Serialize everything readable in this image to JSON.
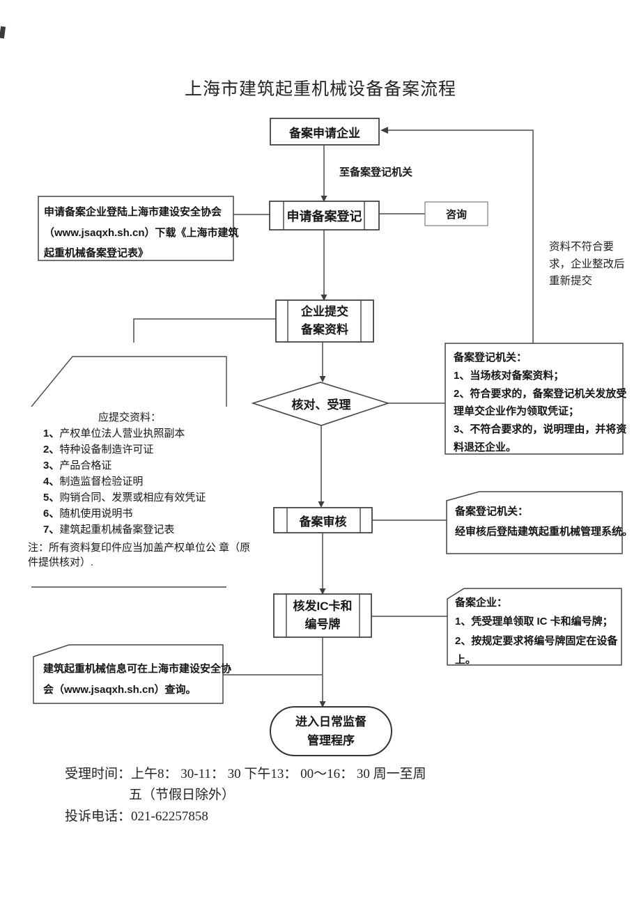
{
  "title": "上海市建筑起重机械设备备案流程",
  "nodes": {
    "applicant": {
      "label": "备案申请企业"
    },
    "apply": {
      "label": "申请备案登记"
    },
    "consult": {
      "label": "咨询"
    },
    "submit": {
      "line1": "企业提交",
      "line2": "备案资料"
    },
    "check": {
      "label": "核对、受理"
    },
    "review": {
      "label": "备案审核"
    },
    "issue": {
      "line1": "核发IC卡和",
      "line2": "编号牌"
    },
    "end": {
      "line1": "进入日常监督",
      "line2": "管理程序"
    }
  },
  "labels": {
    "to_registry": "至备案登记机关",
    "resubmit": {
      "line1": "资料不符合要",
      "line2": "求，企业整改后",
      "line3": "重新提交"
    }
  },
  "download_note": {
    "line1": "申请备案企业登陆上海市建设安全协会",
    "line2": "（www.jsaqxh.sh.cn）下载《上海市建筑",
    "line3": "起重机械备案登记表》"
  },
  "materials": {
    "header": "应提交资料：",
    "items": [
      {
        "num": "1、",
        "text": "产权单位法人营业执照副本"
      },
      {
        "num": "2、",
        "text": "特种设备制造许可证"
      },
      {
        "num": "3、",
        "text": "产品合格证"
      },
      {
        "num": "4、",
        "text": "制造监督检验证明"
      },
      {
        "num": "5、",
        "text": "购销合同、发票或相应有效凭证"
      },
      {
        "num": "6、",
        "text": "随机使用说明书"
      },
      {
        "num": "7、",
        "text": "建筑起重机械备案登记表"
      }
    ],
    "note_line1": "注：所有资料复印件应当加盖产权单位公 章（原",
    "note_line2": "件提供核对）."
  },
  "registry_check": {
    "lines": [
      "备案登记机关：",
      "1、当场核对备案资料；",
      "2、符合要求的，备案登记机关发放受",
      "理单交企业作为领取凭证；",
      "3、不符合要求的，说明理由，并将资",
      "料退还企业。"
    ]
  },
  "registry_review": {
    "lines": [
      "备案登记机关：",
      "经审核后登陆建筑起重机械管理系统。"
    ]
  },
  "enterprise_note": {
    "lines": [
      "备案企业：",
      "1、凭受理单领取 IC 卡和编号牌；",
      "2、按规定要求将编号牌固定在设备",
      "上。"
    ]
  },
  "query_note": {
    "lines": [
      "建筑起重机械信息可在上海市建设安全协",
      "会（www.jsaqxh.sh.cn）查询。"
    ]
  },
  "footer": {
    "line1": "受理时间：上午8： 30-11： 30 下午13： 00～16： 30 周一至周",
    "line2": "五（节假日除外）",
    "line3": "投诉电话：021-62257858"
  },
  "colors": {
    "line": "#4a4a4a",
    "text": "#1a1a1a"
  }
}
